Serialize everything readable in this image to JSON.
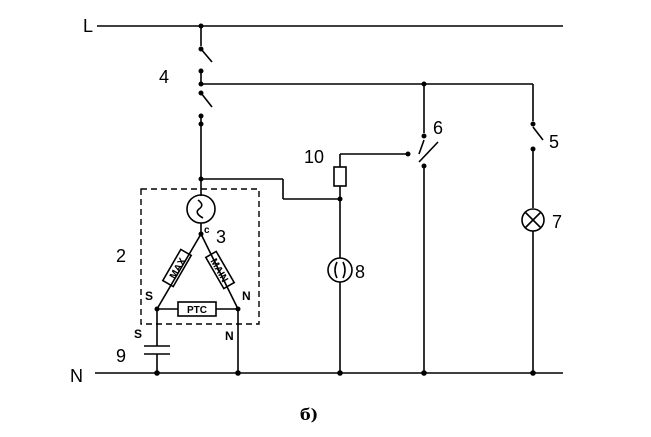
{
  "labels": {
    "line": "L",
    "neutral": "N",
    "switch_4": "4",
    "switch_5": "5",
    "switch_6": "6",
    "lamp_7": "7",
    "lamp_8": "8",
    "capacitor_9": "9",
    "resistor_10": "10",
    "motor_block_2": "2",
    "thermal_3": "3",
    "c": "c",
    "winding_max": "MAX",
    "winding_main": "MAIN",
    "ptc": "PTC",
    "s_upper": "S",
    "n_upper": "N",
    "s_lower": "S",
    "n_lower": "N",
    "caption": "б)"
  }
}
